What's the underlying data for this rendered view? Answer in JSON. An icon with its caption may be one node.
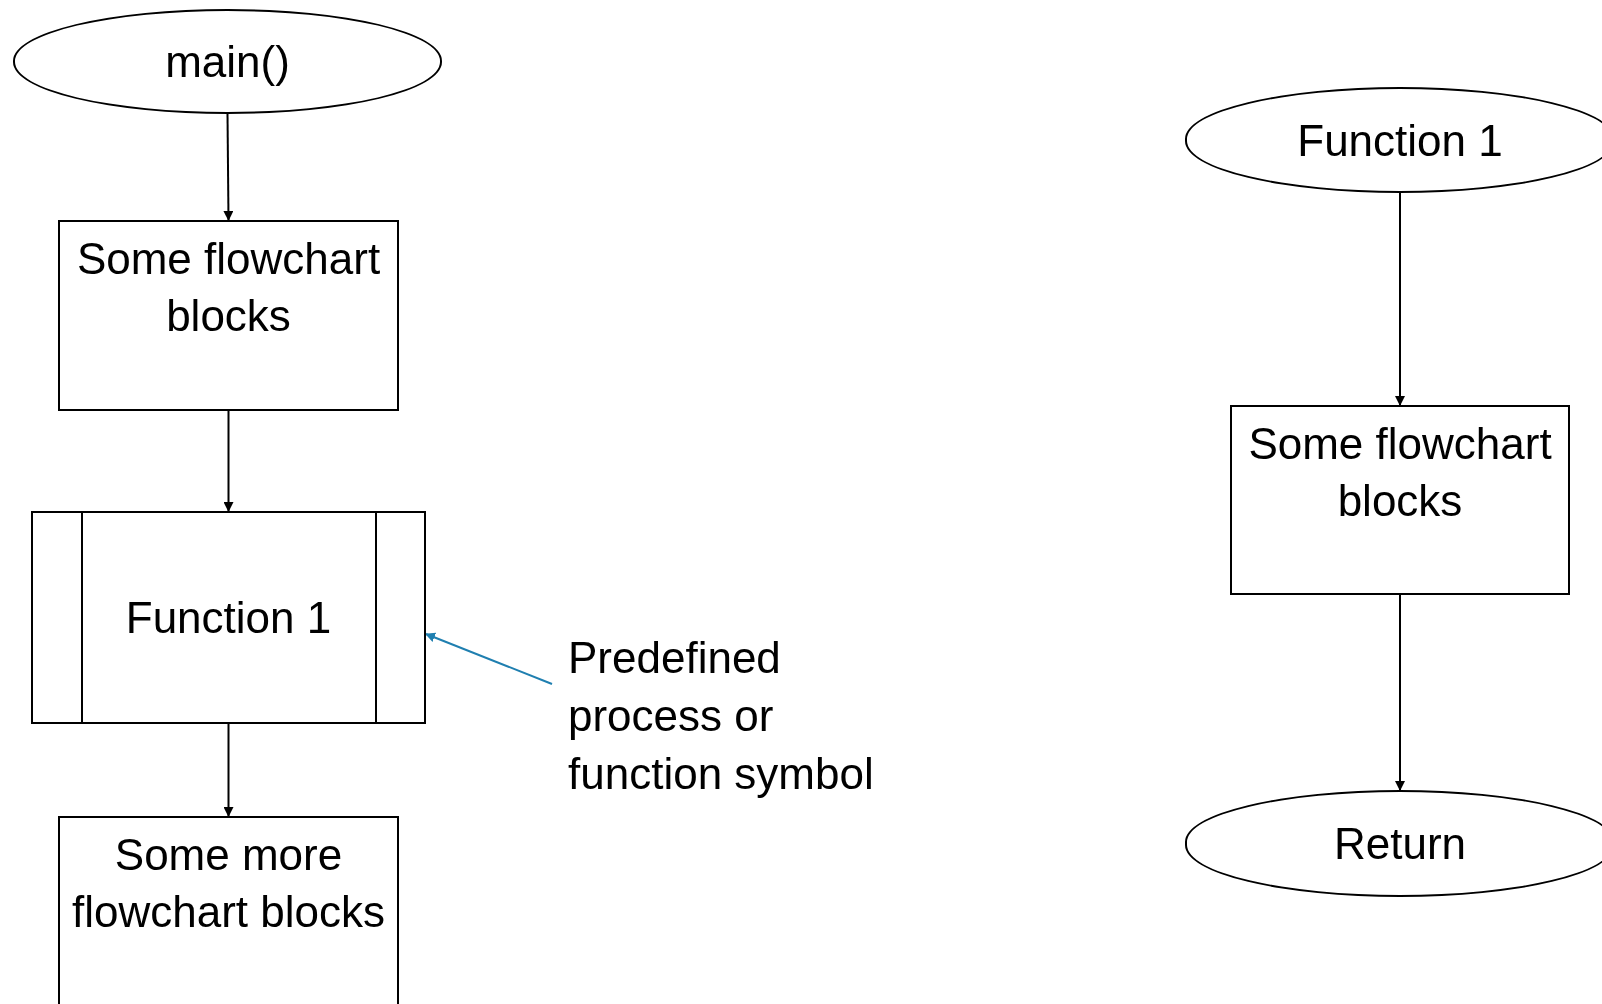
{
  "diagram": {
    "nodes": [
      {
        "text": [
          "main()"
        ]
      },
      {
        "text": [
          "Some flowchart blocks"
        ]
      },
      {
        "text": [
          "Function 1"
        ]
      },
      {
        "text": [
          "Some more flowchart blocks"
        ]
      },
      {
        "text": [
          "Predefined process or function symbol"
        ]
      },
      {
        "text": [
          "Function 1"
        ]
      },
      {
        "text": [
          "Some flowchart blocks"
        ]
      },
      {
        "text": [
          "Return"
        ]
      }
    ],
    "edges": [
      {
        "from": 0,
        "to": 1,
        "arrow": "to"
      },
      {
        "from": 1,
        "to": 2,
        "arrow": "to"
      },
      {
        "from": 2,
        "to": 3,
        "arrow": "to"
      },
      {
        "from": 4,
        "to": 2,
        "arrow": "to",
        "color": "#1f7fb0"
      },
      {
        "from": 5,
        "to": 6,
        "arrow": "to"
      },
      {
        "from": 6,
        "to": 7,
        "arrow": "to"
      }
    ]
  }
}
